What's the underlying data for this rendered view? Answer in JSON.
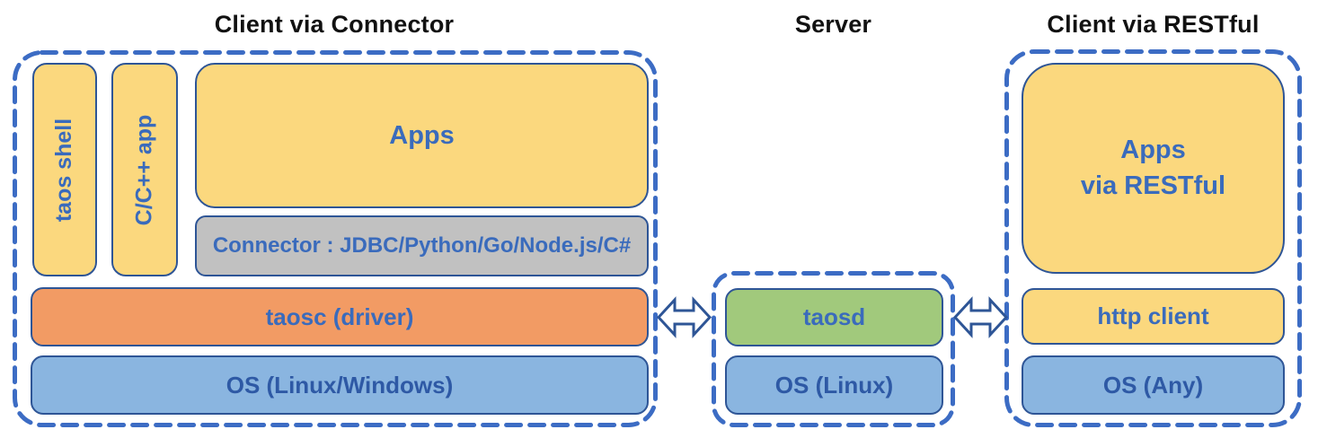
{
  "titles": {
    "connector_client": "Client via Connector",
    "server": "Server",
    "restful_client": "Client via RESTful"
  },
  "connector_client": {
    "taos_shell": "taos shell",
    "c_cpp_app": "C/C++ app",
    "apps": "Apps",
    "connector": "Connector : JDBC/Python/Go/Node.js/C#",
    "taosc": "taosc (driver)",
    "os": "OS (Linux/Windows)"
  },
  "server": {
    "taosd": "taosd",
    "os": "OS (Linux)"
  },
  "restful_client": {
    "apps_line1": "Apps",
    "apps_line2": "via RESTful",
    "http_client": "http client",
    "os": "OS (Any)"
  },
  "icons": {
    "left_arrow": "left-right-double-arrow",
    "right_arrow": "left-right-double-arrow"
  },
  "colors": {
    "yellow": "#FBD87E",
    "orange": "#F29B64",
    "green": "#A1C97C",
    "blue": "#8AB5E0",
    "gray": "#C1C1C1",
    "box_border": "#2E5596",
    "dashed_border": "#3C6CC4",
    "label": "#3A6BBC",
    "os_label": "#2E59A5",
    "title": "#111111"
  }
}
